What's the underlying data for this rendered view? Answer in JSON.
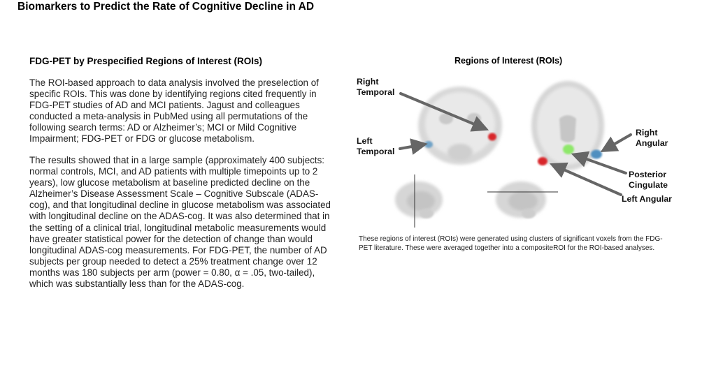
{
  "slide_title": "Biomarkers to Predict the Rate of Cognitive Decline in AD",
  "section_title": "FDG-PET by Prespecified Regions of Interest (ROIs)",
  "paragraphs": [
    "The ROI-based approach to data analysis involved the preselection of specific ROIs. This was done by identifying regions cited frequently in FDG-PET studies of AD and MCI patients. Jagust and colleagues conducted a meta-analysis in PubMed using all permutations of the following search terms: AD or Alzheimer’s; MCI or Mild Cognitive Impairment; FDG-PET or FDG or glucose metabolism.",
    "The results showed that in a large sample (approximately 400 subjects: normal controls, MCI, and AD patients with multiple timepoints up to 2 years), low glucose metabolism at baseline predicted decline on the Alzheimer’s Disease Assessment Scale – Cognitive Subscale (ADAS-cog), and that longitudinal decline in glucose metabolism was associated with longitudinal decline on the ADAS-cog. It was also determined that in the setting of a clinical trial, longitudinal metabolic measurements would have greater statistical power for the detection of change than would longitudinal ADAS-cog measurements. For FDG-PET, the number of AD subjects per group needed to detect a 25% treatment change over 12 months was 180 subjects per arm (power = 0.80, α = .05, two-tailed), which was substantially less than for the ADAS-cog."
  ],
  "figure": {
    "title": "Regions of Interest (ROIs)",
    "labels": {
      "right_temporal": "Right\nTemporal",
      "left_temporal": "Left\nTemporal",
      "right_angular": "Right\nAngular",
      "posterior_cingulate": "Posterior\nCingulate",
      "left_angular": "Left Angular"
    },
    "roi_colors": {
      "temporal_right": "#d8262c",
      "temporal_left": "#6fa3c8",
      "angular_right": "#4f8fc0",
      "angular_left": "#d8262c",
      "cingulate": "#8ee86a"
    },
    "caption": "These regions of interest (ROIs) were generated using clusters of significant voxels from the FDG-PET literature. These were averaged together into a compositeROI for the ROI-based analyses."
  }
}
